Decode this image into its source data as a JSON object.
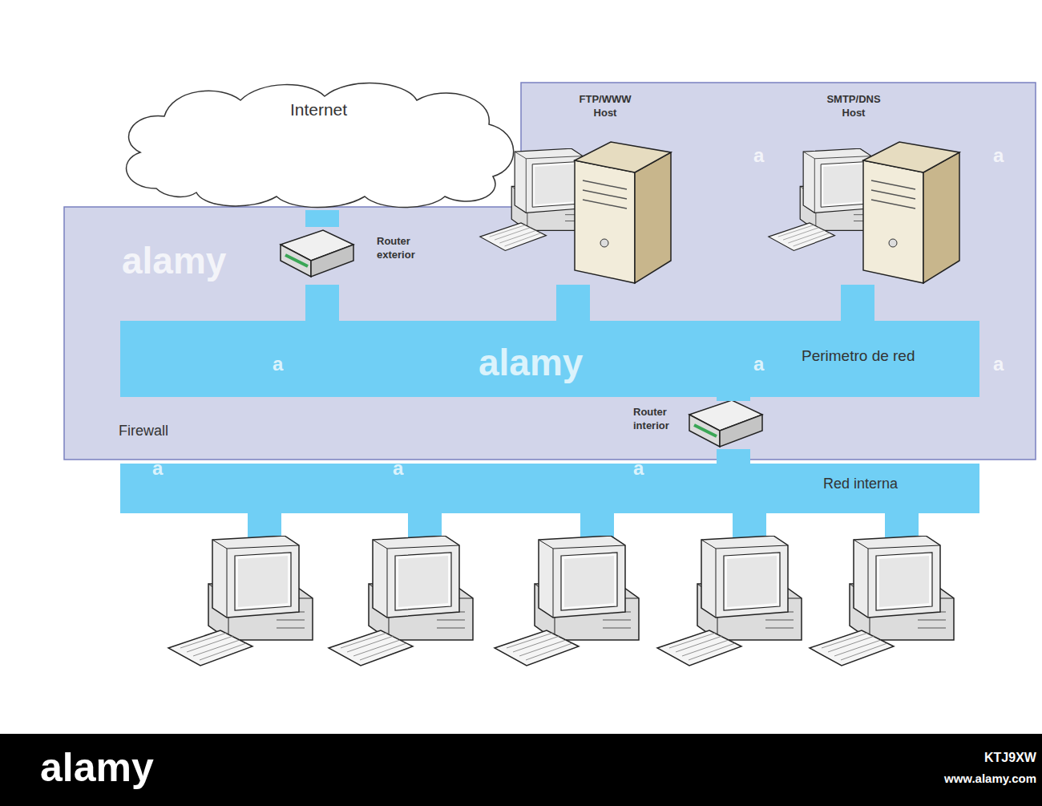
{
  "diagram": {
    "nodes": [
      {
        "text": [
          "Internet"
        ]
      },
      {
        "text": [
          "FTP/WWW Host"
        ]
      },
      {
        "text": [
          "SMTP/DNS Host"
        ]
      },
      {
        "text": [
          "Firewall"
        ]
      },
      {
        "text": [
          "Router exterior"
        ],
        "in": 3
      },
      {
        "text": [
          "Perimetro de red"
        ],
        "in": 3
      },
      {
        "text": [
          "Router interior"
        ],
        "in": 3
      },
      {
        "text": [
          "Red interna"
        ]
      }
    ],
    "edges": [
      {
        "from": 0,
        "to": 4,
        "arrow": "none"
      },
      {
        "from": 4,
        "to": 5,
        "arrow": "none"
      },
      {
        "from": 1,
        "to": 5,
        "arrow": "none"
      },
      {
        "from": 2,
        "to": 5,
        "arrow": "none"
      },
      {
        "from": 5,
        "to": 6,
        "arrow": "none"
      },
      {
        "from": 6,
        "to": 7,
        "arrow": "none"
      }
    ],
    "labels": [
      "alamy",
      "alamy",
      "a",
      "a",
      "a",
      "a",
      "a",
      "a",
      "a",
      "a",
      "alamy",
      "KTJ9XW",
      "www.alamy.com"
    ]
  }
}
